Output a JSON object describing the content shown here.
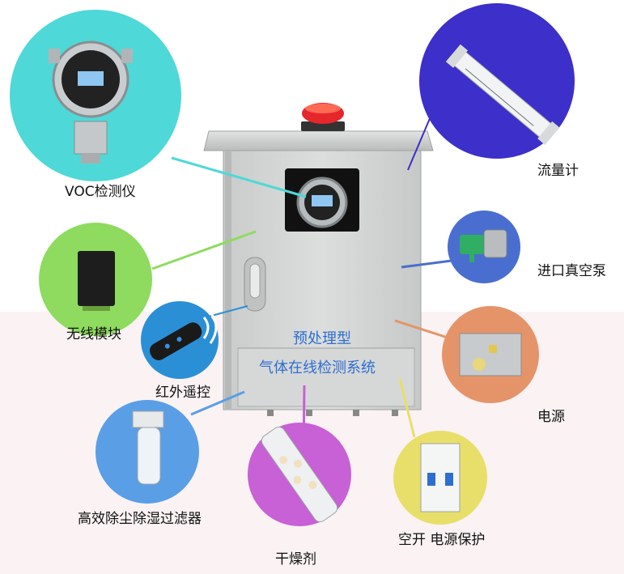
{
  "cabinet": {
    "title_line1": "预处理型",
    "title_line2": "气体在线检测系统"
  },
  "components": [
    {
      "id": "voc",
      "label": "VOC检测仪",
      "color": "#4fd8d8"
    },
    {
      "id": "flowmeter",
      "label": "流量计",
      "color": "#3d2fc9"
    },
    {
      "id": "pump",
      "label": "进口真空泵",
      "color": "#4a6ed0"
    },
    {
      "id": "wireless",
      "label": "无线模块",
      "color": "#8edb5f"
    },
    {
      "id": "remote",
      "label": "红外遥控",
      "color": "#2b8fd6"
    },
    {
      "id": "power",
      "label": "电源",
      "color": "#e5946a"
    },
    {
      "id": "filter",
      "label": "高效除尘除湿过滤器",
      "color": "#5a9ee6"
    },
    {
      "id": "desiccant",
      "label": "干燥剂",
      "color": "#c860d6"
    },
    {
      "id": "breaker",
      "label": "空开 电源保护",
      "color": "#e8df6a"
    }
  ]
}
